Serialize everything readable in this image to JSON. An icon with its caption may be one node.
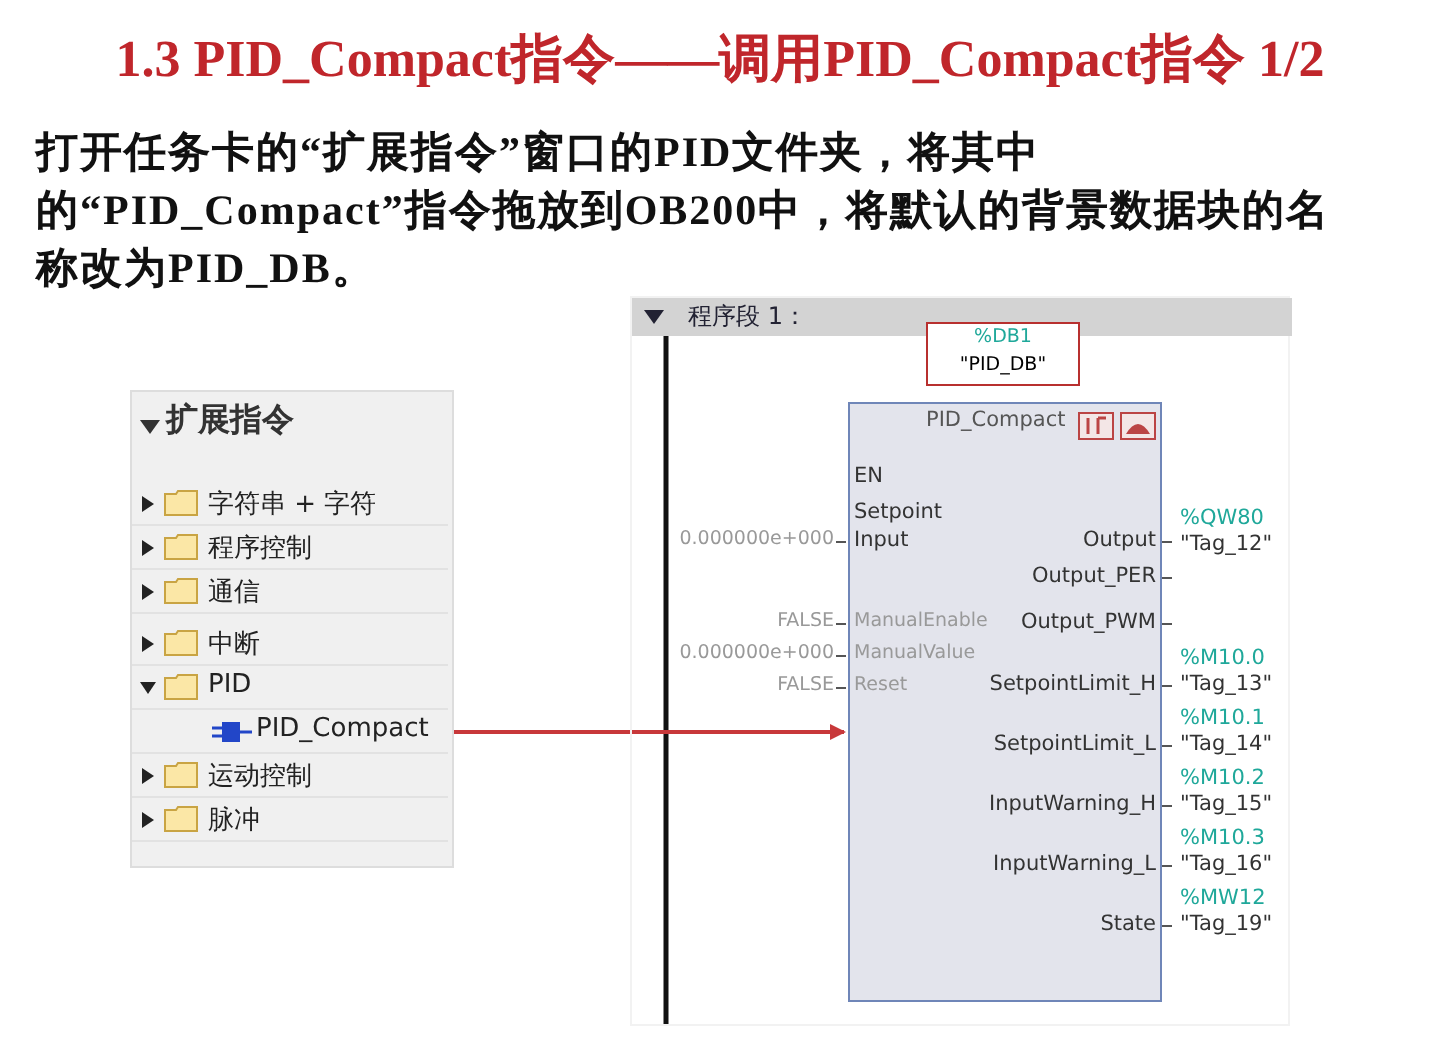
{
  "diagram": {
    "title": "1.3 PID_Compact指令——调用PID_Compact指令  1/2",
    "nodes": [
      {
        "text": [
          "扩展指令"
        ]
      },
      {
        "text": [
          "字符串 + 字符"
        ],
        "in": 0
      },
      {
        "text": [
          "程序控制"
        ],
        "in": 0
      },
      {
        "text": [
          "通信"
        ],
        "in": 0
      },
      {
        "text": [
          "中断"
        ],
        "in": 0
      },
      {
        "text": [
          "PID"
        ],
        "in": 0
      },
      {
        "text": [
          "PID_Compact"
        ],
        "in": 0
      },
      {
        "text": [
          "运动控制"
        ],
        "in": 0
      },
      {
        "text": [
          "脉冲"
        ],
        "in": 0
      },
      {
        "text": [
          "程序段 1："
        ]
      },
      {
        "text": [
          "%DB1",
          "\"PID_DB\""
        ],
        "in": 9
      },
      {
        "text": [
          "PID_Compact"
        ],
        "in": 9
      }
    ],
    "edges": [
      {
        "from": 6,
        "to": 11,
        "arrow": "to",
        "color": "#c8383a"
      }
    ],
    "labels": [
      "打开任务卡的“扩展指令”窗口的PID文件夹，将其中的“PID_Compact”指令拖放到OB200中，将默认的背景数据块的名称改为PID_DB。",
      "EN",
      "Setpoint",
      "0.000000e+000",
      "Input",
      "Output",
      "%QW80",
      "\"Tag_12\"",
      "Output_PER",
      "FALSE",
      "ManualEnable",
      "Output_PWM",
      "0.000000e+000",
      "ManualValue",
      "FALSE",
      "Reset",
      "SetpointLimit_H",
      "%M10.0",
      "\"Tag_13\"",
      "SetpointLimit_L",
      "%M10.1",
      "\"Tag_14\"",
      "InputWarning_H",
      "%M10.2",
      "\"Tag_15\"",
      "InputWarning_L",
      "%M10.3",
      "\"Tag_16\"",
      "State",
      "%MW12",
      "\"Tag_19\""
    ]
  }
}
